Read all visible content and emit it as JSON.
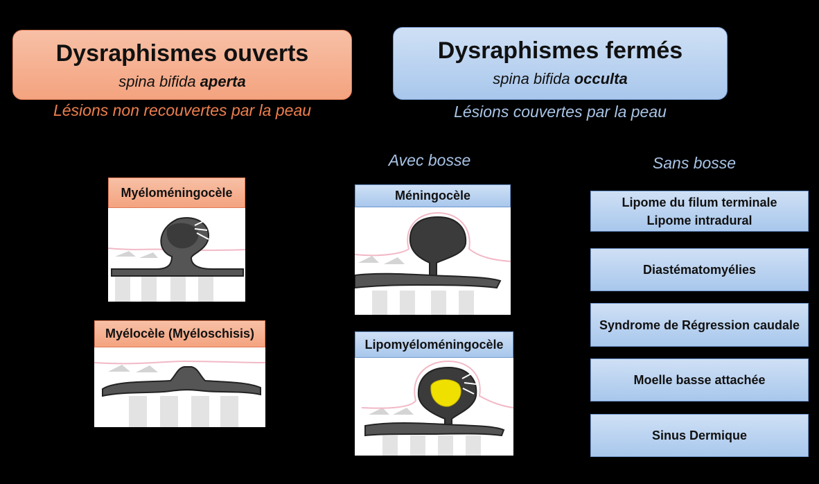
{
  "open": {
    "title": "Dysraphismes ouverts",
    "subtitle_prefix": "spina bifida ",
    "subtitle_emph": "aperta",
    "caption": "Lésions non recouvertes par la peau",
    "lesions": [
      {
        "label": "Myéloméningocèle"
      },
      {
        "label": "Myélocèle (Myéloschisis)"
      }
    ]
  },
  "closed": {
    "title": "Dysraphismes fermés",
    "subtitle_prefix": "spina bifida ",
    "subtitle_emph": "occulta",
    "caption": "Lésions couvertes par la peau",
    "with_mass": {
      "label": "Avec bosse",
      "lesions": [
        {
          "label": "Méningocèle"
        },
        {
          "label": "Lipomyéloméningocèle"
        }
      ]
    },
    "without_mass": {
      "label": "Sans bosse",
      "items": [
        {
          "lines": [
            "Lipome du filum terminale",
            "Lipome intradural"
          ]
        },
        {
          "lines": [
            "Diastématomyélies"
          ]
        },
        {
          "lines": [
            "Syndrome de Régression caudale"
          ]
        },
        {
          "lines": [
            "Moelle basse attachée"
          ]
        },
        {
          "lines": [
            "Sinus Dermique"
          ]
        }
      ]
    }
  },
  "colors": {
    "open_accent": "#f4a37f",
    "closed_accent": "#a8c7ec",
    "skin": "#f2b8c6",
    "lipoma": "#f0e000"
  }
}
